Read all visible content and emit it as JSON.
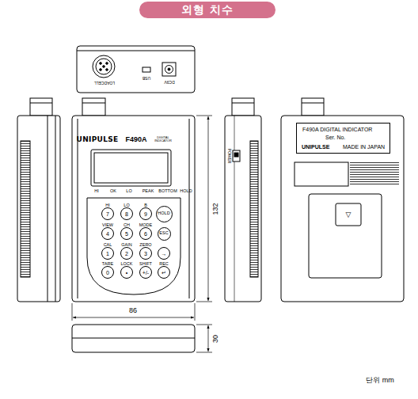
{
  "diagram": {
    "title": "외형 치수",
    "nodes": [
      {
        "text": [
          "HI",
          "7"
        ]
      },
      {
        "text": [
          "LO",
          "8"
        ]
      },
      {
        "text": [
          "B",
          "9"
        ]
      },
      {
        "text": [
          "HOLD"
        ]
      },
      {
        "text": [
          "VIEW",
          "4"
        ]
      },
      {
        "text": [
          "CH",
          "5"
        ]
      },
      {
        "text": [
          "MODE",
          "6"
        ]
      },
      {
        "text": [
          "ESC"
        ]
      },
      {
        "text": [
          "CAL",
          "1"
        ]
      },
      {
        "text": [
          "GAIN",
          "2"
        ]
      },
      {
        "text": [
          "ZERO",
          "3"
        ]
      },
      {
        "text": [
          "→"
        ]
      },
      {
        "text": [
          "TARE",
          "0"
        ]
      },
      {
        "text": [
          "LOCK",
          "•"
        ]
      },
      {
        "text": [
          "SHIFT",
          "+/-"
        ]
      },
      {
        "text": [
          "REC",
          "↵"
        ]
      },
      {
        "text": [
          "F490A DIGITAL INDICATOR",
          "Ser. No.",
          "UNIPULSE",
          "MADE IN JAPAN"
        ]
      }
    ],
    "labels": [
      "LOADCELL",
      "USB",
      "DC9V",
      "UNIPULSE",
      "F490A",
      "DIGITAL INDICATOR",
      "HI",
      "OK",
      "LO",
      "PEAK",
      "BOTTOM",
      "HOLD",
      "POWER",
      "▽",
      "132",
      "86",
      "30",
      "단위 mm"
    ]
  }
}
